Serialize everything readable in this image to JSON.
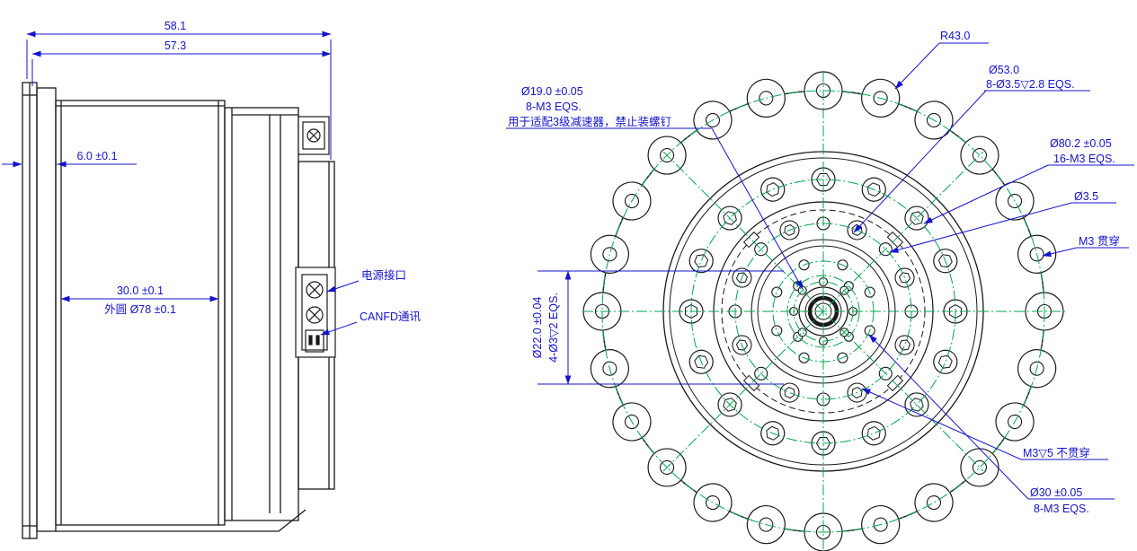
{
  "drawing": {
    "type": "engineering-drawing",
    "views": [
      "side-section-view",
      "front-flange-view"
    ]
  },
  "colors": {
    "dimension_blue": "#1313cc",
    "outline_black": "#1a1a1a",
    "centerline_green": "#00a650"
  },
  "side_view": {
    "dim_width_outer": "58.1",
    "dim_width_inner": "57.3",
    "dim_flange_thickness": "6.0 ±0.1",
    "dim_bore_depth": "30.0 ±0.1",
    "dim_outer_dia": "外圆 Ø78 ±0.1",
    "label_power": "电源接口",
    "label_canfd": "CANFD通讯"
  },
  "front_view": {
    "r43": "R43.0",
    "d53_line1": "Ø53.0",
    "d53_line2": "8-Ø3.5▽2.8 EQS.",
    "d19_line1": "Ø19.0 ±0.05",
    "d19_line2": "8-M3 EQS.",
    "d19_line3": "用于适配3级减速器，禁止装螺钉",
    "d80_line1": "Ø80.2 ±0.05",
    "d80_line2": "16-M3 EQS.",
    "d35": "Ø3.5",
    "m3_through": "M3 贯穿",
    "d22_line1": "Ø22.0 ±0.04",
    "d22_line2": "4-Ø3▽2 EQS.",
    "m3_blind": "M3▽5 不贯穿",
    "d30_line1": "Ø30 ±0.05",
    "d30_line2": "8-M3 EQS."
  }
}
